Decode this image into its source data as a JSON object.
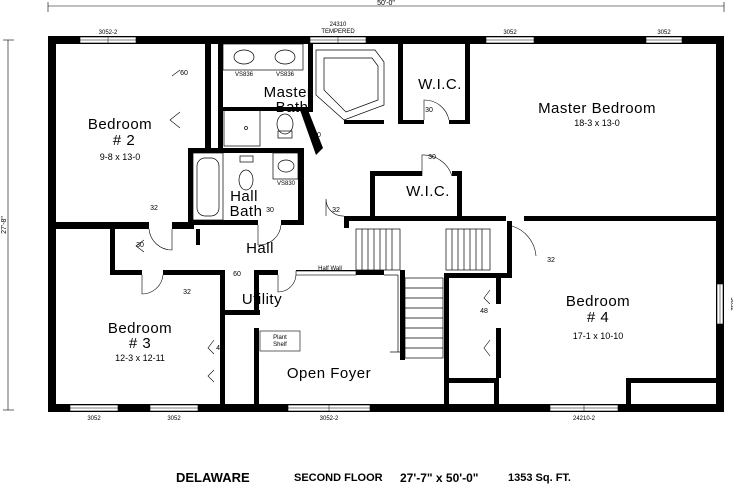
{
  "dimensions": {
    "overall_width": "50'-0\"",
    "overall_depth": "27'-8\""
  },
  "rooms": {
    "bedroom2": {
      "name_line1": "Bedroom",
      "name_line2": "# 2",
      "size": "9-8 x 13-0"
    },
    "bedroom3": {
      "name_line1": "Bedroom",
      "name_line2": "# 3",
      "size": "12-3 x 12-11"
    },
    "bedroom4": {
      "name_line1": "Bedroom",
      "name_line2": "# 4",
      "size": "17-1 x 10-10"
    },
    "master_bedroom": {
      "name": "Master Bedroom",
      "size": "18-3 x 13-0"
    },
    "master_bath": {
      "name_line1": "Master",
      "name_line2": "Bath"
    },
    "hall_bath": {
      "name_line1": "Hall",
      "name_line2": "Bath"
    },
    "hall": {
      "name": "Hall"
    },
    "utility": {
      "name": "Utility"
    },
    "open_foyer": {
      "name": "Open Foyer"
    },
    "wic_upper": {
      "name": "W.I.C."
    },
    "wic_lower": {
      "name": "W.I.C."
    }
  },
  "labels": {
    "half_wall": "Half Wall",
    "plant_shelf_1": "Plant",
    "plant_shelf_2": "Shelf"
  },
  "windows": {
    "top_bed2": "3052-2",
    "top_bath_l1": "24310",
    "top_bath_l2": "TEMPERED",
    "top_master1": "3052",
    "top_master2": "3052",
    "bottom_1": "3052",
    "bottom_2": "3052",
    "bottom_3": "3052-2",
    "bottom_4": "24210-2",
    "right_bed4": "3052"
  },
  "fixtures": {
    "vanity_1": "VS836",
    "vanity_2": "VS836",
    "vanity_3": "VS830"
  },
  "doors": {
    "d60_bed2": "60",
    "d30_mbath": "30",
    "d30_wic1": "30",
    "d30_wic2": "30",
    "d32_bed2": "32",
    "d30_hbath": "30",
    "d32_hall": "32",
    "d30_linen": "30",
    "d32_bed3": "32",
    "d60_util": "60",
    "d32_bed4": "32",
    "d48_bed4": "48",
    "d48_bed3": "48"
  },
  "footer": {
    "model": "DELAWARE",
    "floor": "SECOND FLOOR",
    "size": "27'-7\" x 50'-0\"",
    "area": "1353 Sq. FT."
  }
}
